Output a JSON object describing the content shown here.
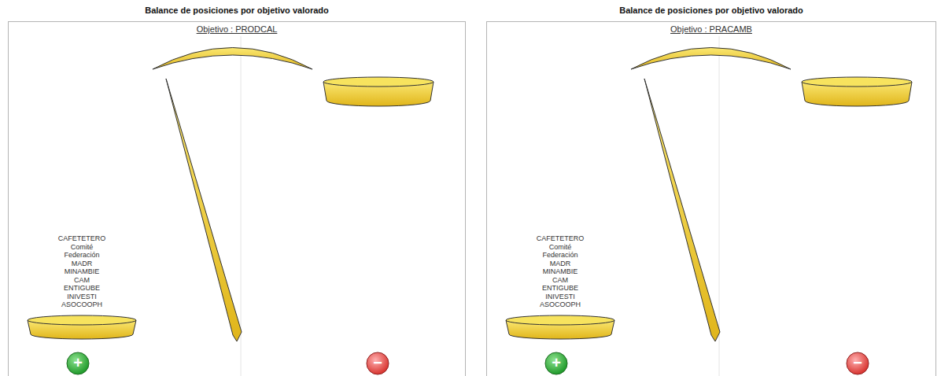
{
  "diagram": {
    "nodes": [
      {
        "text": [
          "Balance de posiciones por objetivo valorado",
          "Objetivo : PRODCAL"
        ]
      },
      {
        "text": [
          "CAFETETERO",
          "Comité",
          "Federación",
          "MADR",
          "MINAMBIE",
          "CAM",
          "ENTIGUBE",
          "INIVESTI",
          "ASOCOOPH"
        ],
        "in": 0
      },
      {
        "text": [
          "+"
        ],
        "in": 0
      },
      {
        "text": [
          "−"
        ],
        "in": 0
      },
      {
        "text": [
          "Balance de posiciones por objetivo valorado",
          "Objetivo : PRACAMB"
        ]
      },
      {
        "text": [
          "CAFETETERO",
          "Comité",
          "Federación",
          "MADR",
          "MINAMBIE",
          "CAM",
          "ENTIGUBE",
          "INIVESTI",
          "ASOCOOPH"
        ],
        "in": 4
      },
      {
        "text": [
          "+"
        ],
        "in": 4
      },
      {
        "text": [
          "−"
        ],
        "in": 4
      }
    ]
  }
}
